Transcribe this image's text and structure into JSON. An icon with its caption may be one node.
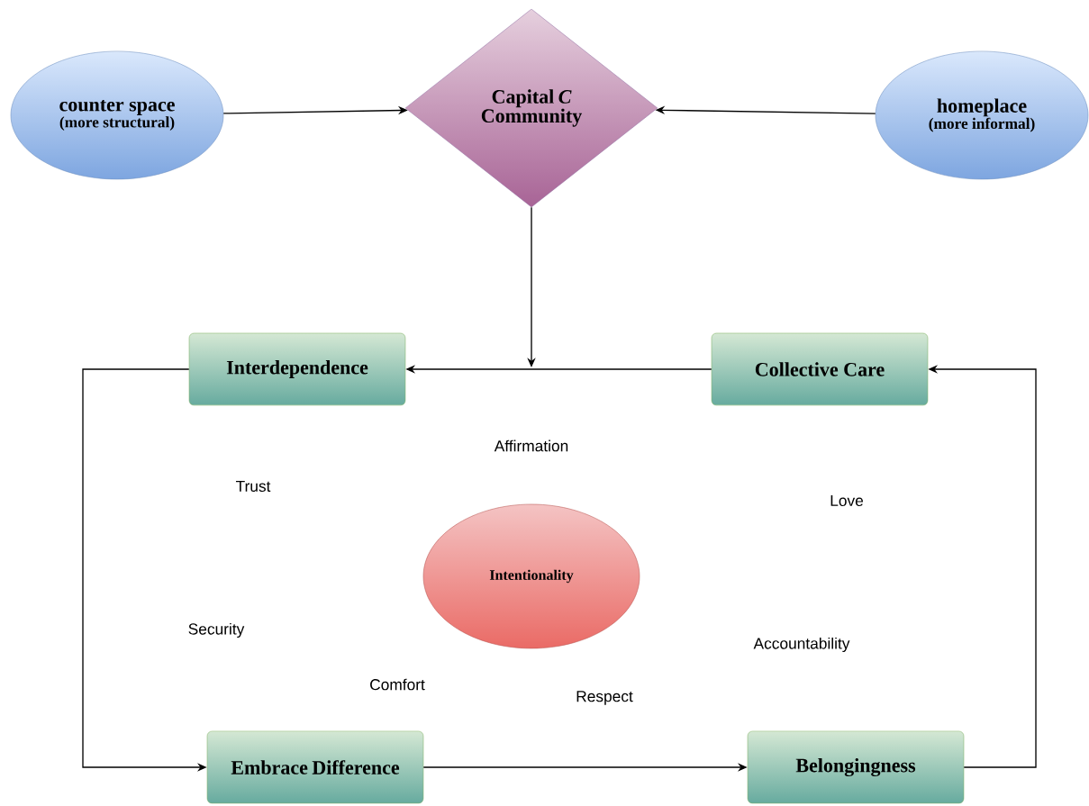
{
  "diagram": {
    "nodes": [
      {
        "text": [
          "counter space",
          "(more structural)"
        ]
      },
      {
        "text": [
          "Capital *C* Community"
        ]
      },
      {
        "text": [
          "homeplace",
          "(more informal)"
        ]
      },
      {
        "text": [
          "Interdependence"
        ]
      },
      {
        "text": [
          "Collective Care"
        ]
      },
      {
        "text": [
          "Intentionality"
        ]
      },
      {
        "text": [
          "Embrace Difference"
        ]
      },
      {
        "text": [
          "Belongingness"
        ]
      }
    ],
    "edges": [
      {
        "from": 0,
        "to": 1,
        "arrow": "to"
      },
      {
        "from": 2,
        "to": 1,
        "arrow": "to"
      },
      {
        "from": 1,
        "to": null,
        "arrow": "to"
      },
      {
        "from": 4,
        "to": 3,
        "arrow": "to"
      },
      {
        "from": 3,
        "to": 6,
        "arrow": "to"
      },
      {
        "from": 6,
        "to": 7,
        "arrow": "to"
      },
      {
        "from": 7,
        "to": 4,
        "arrow": "to"
      }
    ],
    "labels": [
      "Affirmation",
      "Trust",
      "Love",
      "Security",
      "Accountability",
      "Comfort",
      "Respect"
    ]
  }
}
